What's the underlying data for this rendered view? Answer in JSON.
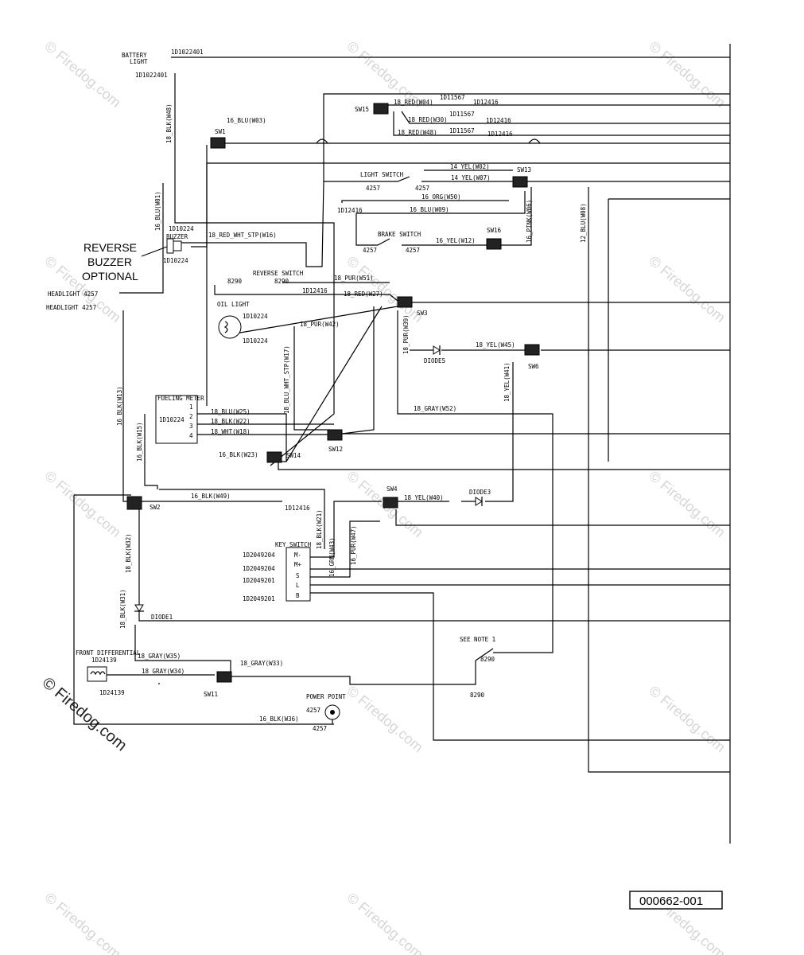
{
  "watermark": {
    "text": "© Firedog.com"
  },
  "part_number": "000662-001",
  "callouts": {
    "reverse_buzzer": [
      "REVERSE",
      "BUZZER",
      "OPTIONAL"
    ]
  },
  "components": {
    "battery_light": [
      "BATTERY",
      "LIGHT"
    ],
    "headlight_1": "HEADLIGHT 4257",
    "headlight_2": "HEADLIGHT 4257",
    "buzzer": "BUZZER",
    "light_switch": "LIGHT SWITCH",
    "brake_switch": "BRAKE SWITCH",
    "reverse_switch": "REVERSE SWITCH",
    "oil_light": "OIL LIGHT",
    "fueling_meter": "FUELING METER",
    "key_switch": "KEY SWITCH",
    "front_differential": "FRONT DIFFERENTIAL",
    "power_point": "POWER POINT",
    "see_note": "SEE NOTE 1",
    "diode1": "DIODE1",
    "diode3": "DIODE3",
    "diode5": "DIODE5"
  },
  "connectors": [
    "SW1",
    "SW2",
    "SW3",
    "SW4",
    "SW6",
    "SW11",
    "SW12",
    "SW13",
    "SW14",
    "SW15",
    "SW16"
  ],
  "key_switch_terminals": [
    "M-",
    "M+",
    "S",
    "L",
    "B"
  ],
  "fueling_meter_terminals": [
    "1",
    "2",
    "3",
    "4"
  ],
  "wire_labels": {
    "w_bat": "1D1022401",
    "w_bat2": "1D1022401",
    "w48v": "18_BLK(W48)",
    "w03": "16_BLU(W03)",
    "w01": "16_BLU(W01)",
    "w04": "18_RED(W04)",
    "w30": "18_RED(W30)",
    "w48": "18_RED(W48)",
    "n1567a": "1D11567",
    "n1567b": "1D11567",
    "n1567c": "1D11567",
    "n2416a": "1D12416",
    "n2416b": "1D12416",
    "n2416c": "1D12416",
    "w02": "14_YEL(W02)",
    "w07": "14_YEL(W07)",
    "w50": "16_ORG(W50)",
    "w09": "16_BLU(W09)",
    "w12": "16_YEL(W12)",
    "w06": "16_PINK(W06)",
    "w08": "12_BLU(W08)",
    "w16": "18_RED_WHT_STP(W16)",
    "w51": "18_PUR(W51)",
    "w27": "18_RED(W27)",
    "w42": "18_PUR(W42)",
    "w39": "18_PUR(W39)",
    "w45": "18_YEL(W45)",
    "w41": "18_YEL(W41)",
    "w17": "18_BLU_WHT_STP(W17)",
    "w52": "18_GRAY(W52)",
    "w25": "18_BLU(W25)",
    "w22": "18_BLK(W22)",
    "w18": "18_WHT(W18)",
    "w23": "16_BLK(W23)",
    "w13": "16_BLK(W13)",
    "w15": "16_BLK(W15)",
    "w49": "16_BLK(W49)",
    "w40": "18_YEL(W40)",
    "w21": "18_BLK(W21)",
    "w43": "16_GRN(W43)",
    "w47": "16_PUR(W47)",
    "w32": "18_BLK(W32)",
    "w31": "18_BLK(W31)",
    "w35": "18_GRAY(W35)",
    "w33": "18_GRAY(W33)",
    "w34": "18_GRAY(W34)",
    "w36": "16_BLK(W36)",
    "n4257a": "4257",
    "n4257b": "4257",
    "n4257c": "4257",
    "n4257d": "4257",
    "n4257e": "4257",
    "n4257f": "4257",
    "n8290a": "8290",
    "n8290b": "8290",
    "n8290c": "8290",
    "n8290d": "8290",
    "n0224a": "1D10224",
    "n0224b": "1D10224",
    "n0224c": "1D10224",
    "n0224d": "1D10224",
    "n0224e": "1D10224",
    "n2416d": "1D12416",
    "n2416e": "1D12416",
    "n2416f": "1D12416",
    "k1": "1D2049204",
    "k2": "1D2049204",
    "k3": "1D2049201",
    "k4": "1D2049201",
    "fd1": "1D24139",
    "fd2": "1D24139"
  }
}
